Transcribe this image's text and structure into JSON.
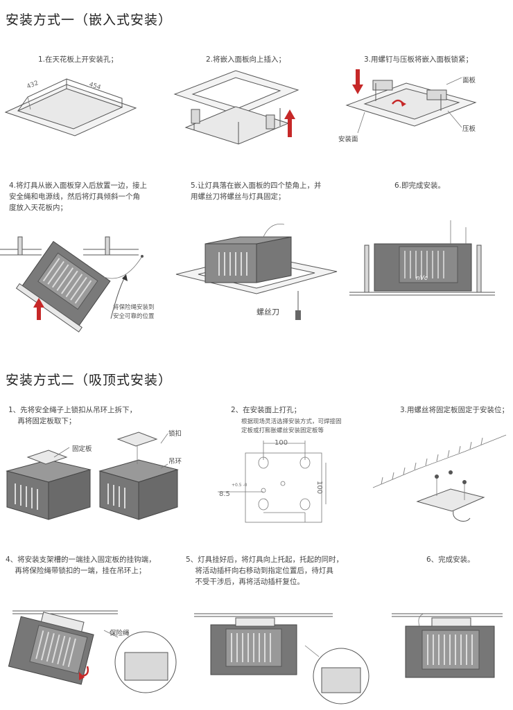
{
  "section1": {
    "title": "安装方式一（嵌入式安装）",
    "steps": [
      {
        "text": "1.在天花板上开安装孔；"
      },
      {
        "text": "2.将嵌入面板向上插入；"
      },
      {
        "text": "3.用螺钉与压板将嵌入面板锁紧；"
      },
      {
        "text": "4.将灯具从嵌入面板穿入后放置一边，接上\n安全绳和电源线，然后将灯具倾斜一个角\n度放入天花板内；"
      },
      {
        "text": "5.让灯具落在嵌入面板的四个垫角上，并\n用螺丝刀将螺丝与灯具固定；"
      },
      {
        "text": "6.即完成安装。"
      }
    ],
    "dim_432": "432",
    "dim_454": "454",
    "label_panel": "面板",
    "label_press": "压板",
    "label_surface": "安装面",
    "label_rope_note": "将保险绳安装到\n安全可靠的位置",
    "label_screwdriver": "螺丝刀",
    "brand": "nVc"
  },
  "section2": {
    "title": "安装方式二（吸顶式安装）",
    "steps": [
      {
        "text": "1、先将安全绳子上锁扣从吊环上拆下，\n    再将固定板取下；"
      },
      {
        "text": "2、在安装面上打孔；"
      },
      {
        "text": "3.用螺丝将固定板固定于安装位；"
      },
      {
        "text": "4、将安装支架槽的一端挂入固定板的挂钩端，\n    再将保险绳带锁扣的一端，挂在吊环上；"
      },
      {
        "text": "5、灯具挂好后，将灯具向上托起，托起的同时，\n    将活动插杆向右移动到指定位置后，待灯具\n    不受干涉后，再将活动插杆复位。"
      },
      {
        "text": "6、完成安装。"
      }
    ],
    "step2_note": "根据现场灵活选择安装方式，可焊接固\n定板或打膨胀螺丝安装固定板等",
    "label_fixplate": "固定板",
    "label_lock": "锁扣",
    "label_ring": "吊环",
    "label_rope": "保险绳",
    "dim_100_top": "100",
    "dim_100_side": "100",
    "dim_85": "8.5",
    "dim_tol": "+0.5\n-0"
  },
  "colors": {
    "accent_red": "#c62828",
    "line": "#555555"
  }
}
